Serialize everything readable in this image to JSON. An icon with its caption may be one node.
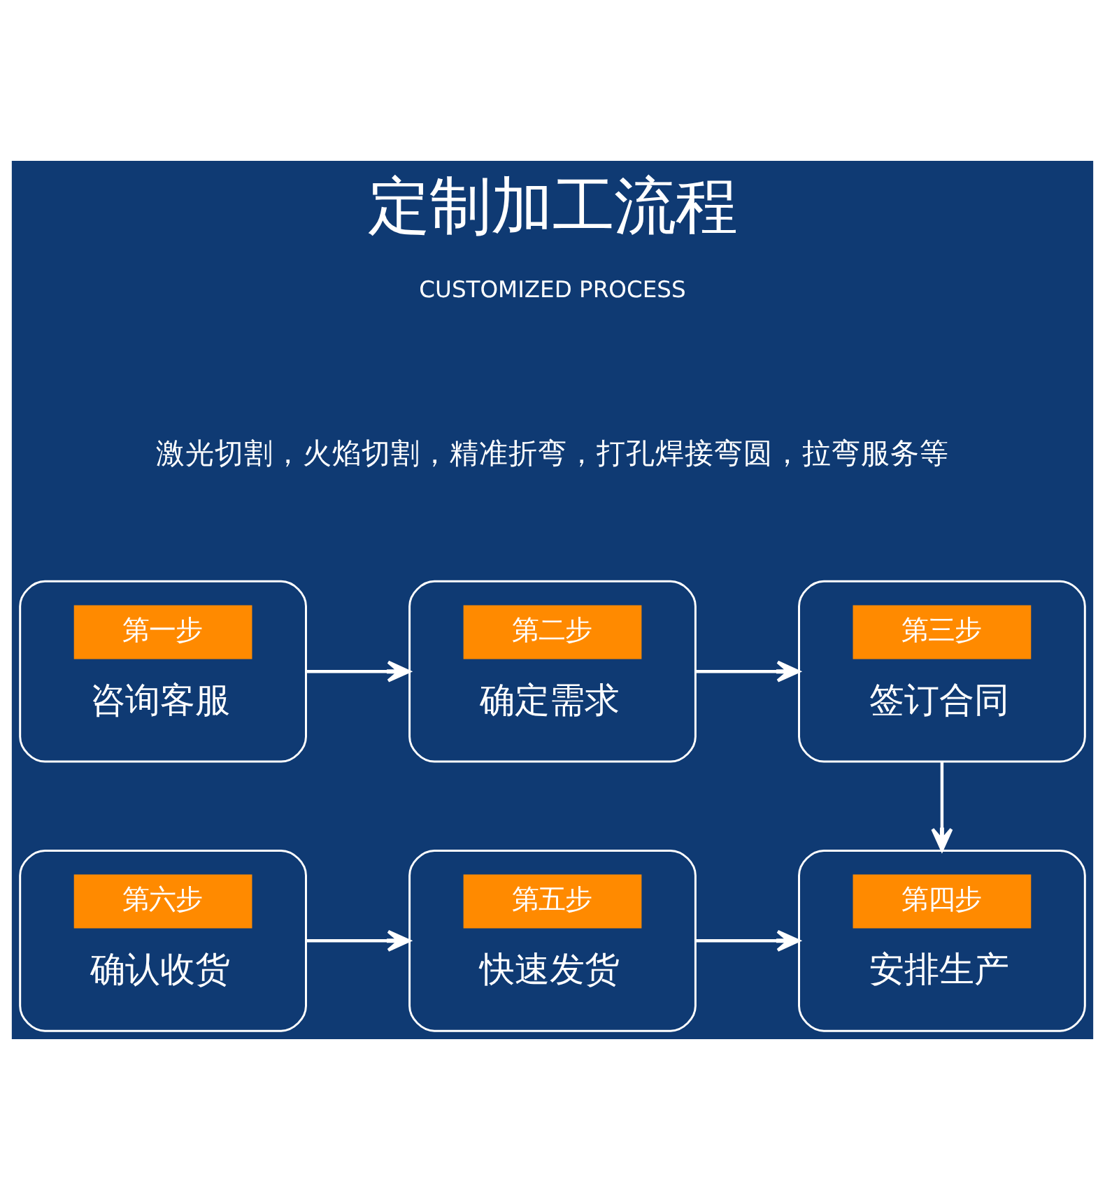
{
  "diagram": {
    "title": "定制加工流程",
    "nodes": [
      {
        "text": [
          "第一步",
          "咨询客服"
        ]
      },
      {
        "text": [
          "第二步",
          "确定需求"
        ]
      },
      {
        "text": [
          "第三步",
          "签订合同"
        ]
      },
      {
        "text": [
          "第六步",
          "确认收货"
        ]
      },
      {
        "text": [
          "第五步",
          "快速发货"
        ]
      },
      {
        "text": [
          "第四步",
          "安排生产"
        ]
      }
    ],
    "edges": [
      {
        "from": 0,
        "to": 1,
        "arrow": "to"
      },
      {
        "from": 1,
        "to": 2,
        "arrow": "to"
      },
      {
        "from": 2,
        "to": 5,
        "arrow": "to"
      },
      {
        "from": 3,
        "to": 4,
        "arrow": "to"
      },
      {
        "from": 4,
        "to": 5,
        "arrow": "to"
      }
    ],
    "labels": [
      "CUSTOMIZED PROCESS",
      "激光切割，火焰切割，精准折弯，打孔焊接弯圆，拉弯服务等"
    ]
  }
}
